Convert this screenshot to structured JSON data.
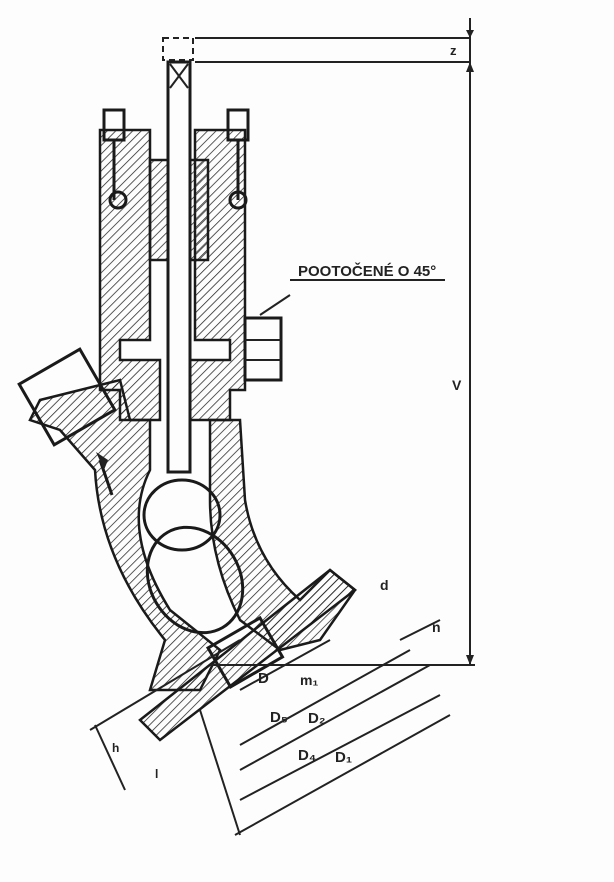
{
  "drawing": {
    "note": "POOTOČENÉ O 45°",
    "dimensions": {
      "z": "z",
      "v": "V",
      "d": "d",
      "n": "n",
      "D": "D",
      "m1": "m₁",
      "D5": "D₅",
      "D2": "D₂",
      "D4": "D₄",
      "D1": "D₁",
      "h": "h",
      "l": "l"
    },
    "colors": {
      "line": "#222222",
      "paper": "#fdfdfd"
    }
  }
}
